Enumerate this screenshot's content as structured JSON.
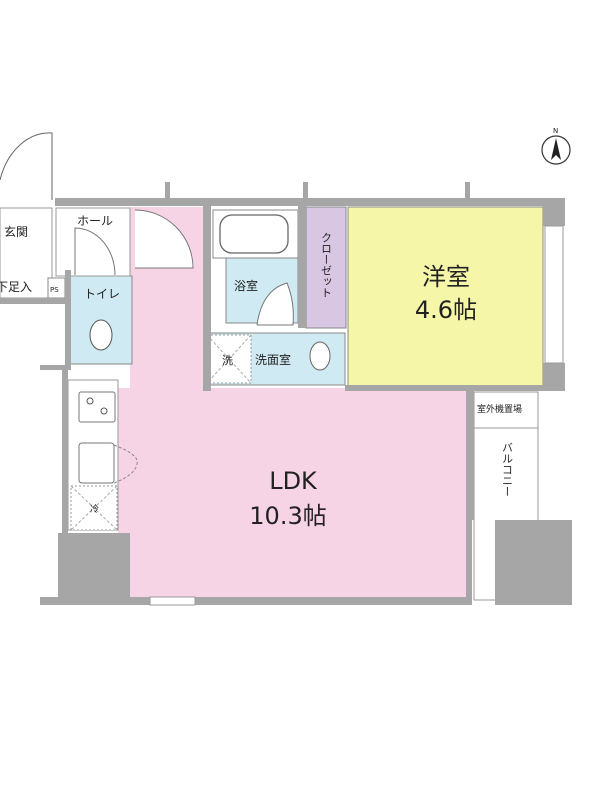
{
  "floor_plan": {
    "rooms": {
      "genkan": "玄関",
      "hall": "ホール",
      "shoe_storage": "下足入",
      "ps": "PS",
      "toilet": "トイレ",
      "bathroom": "浴室",
      "washroom": "洗面室",
      "washer": "洗",
      "closet": "クローゼット",
      "western_room": "洋室",
      "western_room_size": "4.6帖",
      "ldk": "LDK",
      "ldk_size": "10.3帖",
      "ac_unit_space": "室外機置場",
      "balcony": "バルコニー",
      "fridge": "冷"
    },
    "compass": "N",
    "colors": {
      "ldk": "#f7d3e6",
      "western_room": "#f6f6a8",
      "wet_area": "#cfeaf2",
      "closet": "#d9c6e3",
      "wall": "#a6a6a6"
    }
  }
}
